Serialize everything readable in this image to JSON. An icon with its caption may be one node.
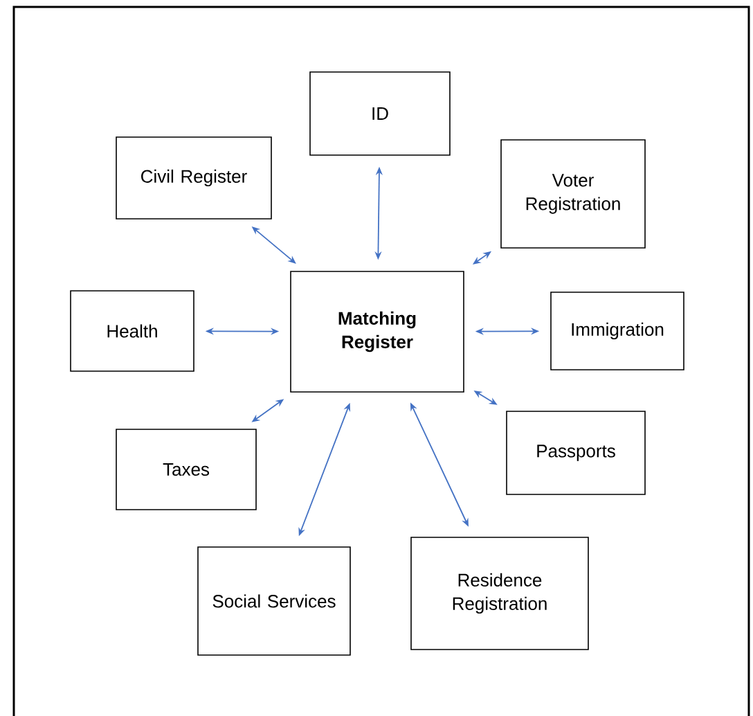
{
  "diagram": {
    "nodes": [
      {
        "text": [
          "Matching Register"
        ]
      },
      {
        "text": [
          "ID"
        ]
      },
      {
        "text": [
          "Civil Register"
        ]
      },
      {
        "text": [
          "Voter Registration"
        ]
      },
      {
        "text": [
          "Health"
        ]
      },
      {
        "text": [
          "Immigration"
        ]
      },
      {
        "text": [
          "Taxes"
        ]
      },
      {
        "text": [
          "Passports"
        ]
      },
      {
        "text": [
          "Social Services"
        ]
      },
      {
        "text": [
          "Residence Registration"
        ]
      }
    ],
    "edges": [
      {
        "from": 0,
        "to": 1,
        "arrow": "both"
      },
      {
        "from": 0,
        "to": 2,
        "arrow": "both"
      },
      {
        "from": 0,
        "to": 3,
        "arrow": "both"
      },
      {
        "from": 0,
        "to": 4,
        "arrow": "both"
      },
      {
        "from": 0,
        "to": 5,
        "arrow": "both"
      },
      {
        "from": 0,
        "to": 6,
        "arrow": "both"
      },
      {
        "from": 0,
        "to": 7,
        "arrow": "both"
      },
      {
        "from": 0,
        "to": 8,
        "arrow": "both"
      },
      {
        "from": 0,
        "to": 9,
        "arrow": "both"
      }
    ]
  }
}
